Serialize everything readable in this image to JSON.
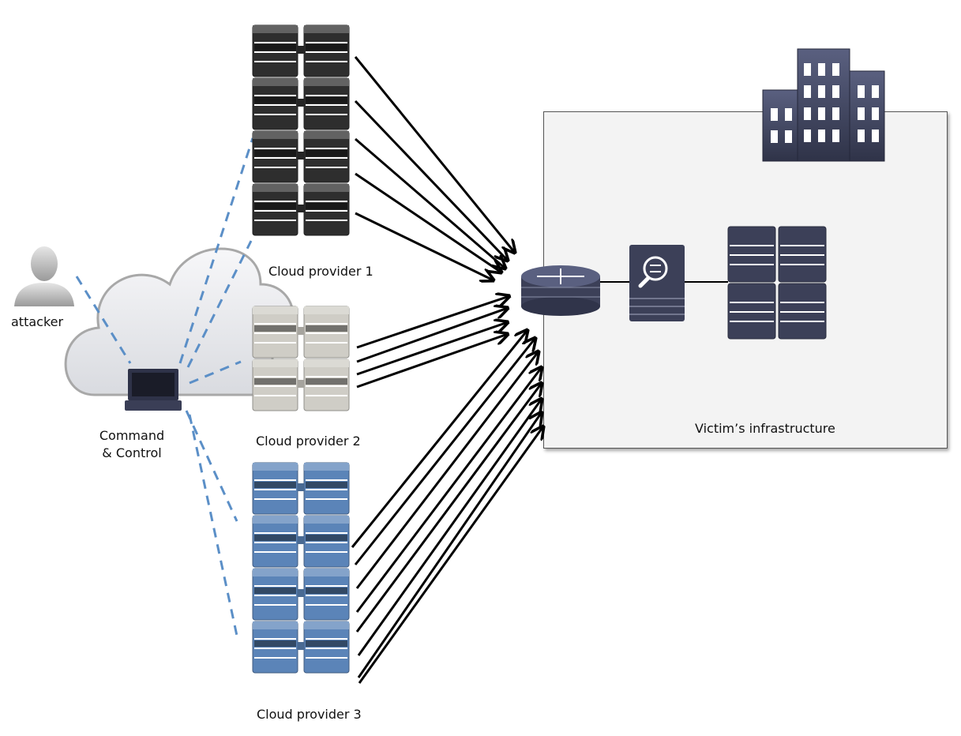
{
  "attacker": {
    "label": "attacker",
    "icon": "person-icon"
  },
  "command_control": {
    "label_line1": "Command",
    "label_line2": "& Control",
    "icon": "laptop-icon",
    "cloud_icon": "cloud-icon"
  },
  "cloud_providers": [
    {
      "label": "Cloud provider 1",
      "color": "#2e2e2e",
      "server_units": 4,
      "outgoing_arrows": 5
    },
    {
      "label": "Cloud provider 2",
      "color": "#cfcdc6",
      "server_units": 2,
      "outgoing_arrows": 4
    },
    {
      "label": "Cloud provider 3",
      "color": "#5b84b8",
      "server_units": 4,
      "outgoing_arrows": 8
    }
  ],
  "victim": {
    "label": "Victim’s infrastructure",
    "building_icon": "building-icon",
    "router_icon": "router-firewall-icon",
    "ips_icon": "ips-firewall-icon",
    "server_icon": "server-icon",
    "color": "#3c4058"
  },
  "connections": {
    "control_line_color": "#5b8fc7",
    "attack_arrow_color": "#000000"
  }
}
